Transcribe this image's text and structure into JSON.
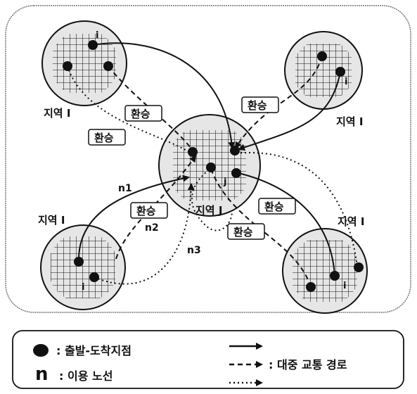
{
  "regions": {
    "top_left": {
      "label": "지역 I",
      "marker": "i"
    },
    "top_right": {
      "label": "지역 I",
      "marker": "i"
    },
    "center": {
      "label": "지역 J",
      "marker": "j"
    },
    "bottom_left": {
      "label": "지역 I",
      "marker": "i"
    },
    "bottom_right": {
      "label": "지역 I",
      "marker": "i"
    }
  },
  "transfer_label": "환승",
  "route_labels": {
    "n1": "n1",
    "n2": "n2",
    "n3": "n3"
  },
  "legend": {
    "point_label": ": 출발-도착지점",
    "n_symbol": "n",
    "n_label": ": 이용 노선",
    "route_label": ": 대중 교통 경로"
  },
  "colors": {
    "ink": "#111111",
    "frame": "#555555",
    "disk": "#e6e6e6"
  }
}
